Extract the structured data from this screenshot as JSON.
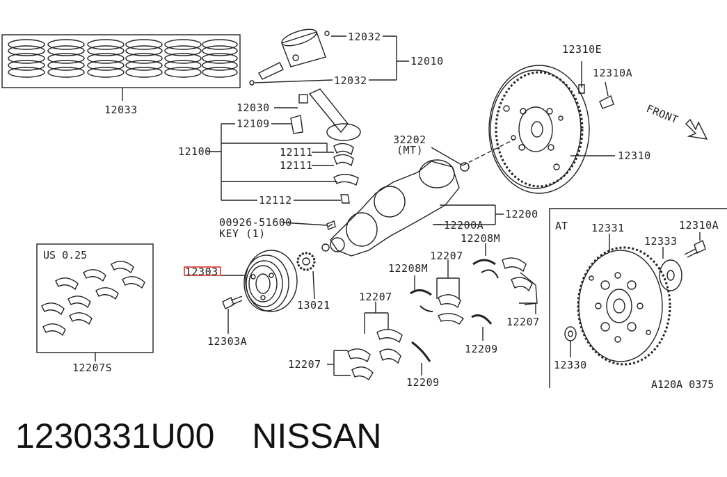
{
  "labels": {
    "p12032a": "12032",
    "p12010": "12010",
    "p12032b": "12032",
    "p12033": "12033",
    "p12030": "12030",
    "p12109": "12109",
    "p12100": "12100",
    "p12111a": "12111",
    "p12111b": "12111",
    "p12112": "12112",
    "p32202": "32202",
    "p32202mt": "(MT)",
    "p12310e": "12310E",
    "p12310a": "12310A",
    "p12310": "12310",
    "front": "FRONT",
    "p12200": "12200",
    "p12200a": "12200A",
    "key": "00926-51600",
    "key2": "KEY (1)",
    "us": "US 0.25",
    "p12303": "12303",
    "p13021": "13021",
    "p12303a": "12303A",
    "p12207s": "12207S",
    "p12208m1": "12208M",
    "p12208m2": "12208M",
    "p12207a": "12207",
    "p12207b": "12207",
    "p12207c": "12207",
    "p12207d": "12207",
    "p12209a": "12209",
    "p12209b": "12209",
    "at": "AT",
    "p12331": "12331",
    "p12333": "12333",
    "p12310a_at": "12310A",
    "p12330": "12330",
    "code": "A120A 0375"
  },
  "footer": {
    "part_number": "1230331U00",
    "brand": "NISSAN"
  },
  "highlight_color": "#e02020"
}
